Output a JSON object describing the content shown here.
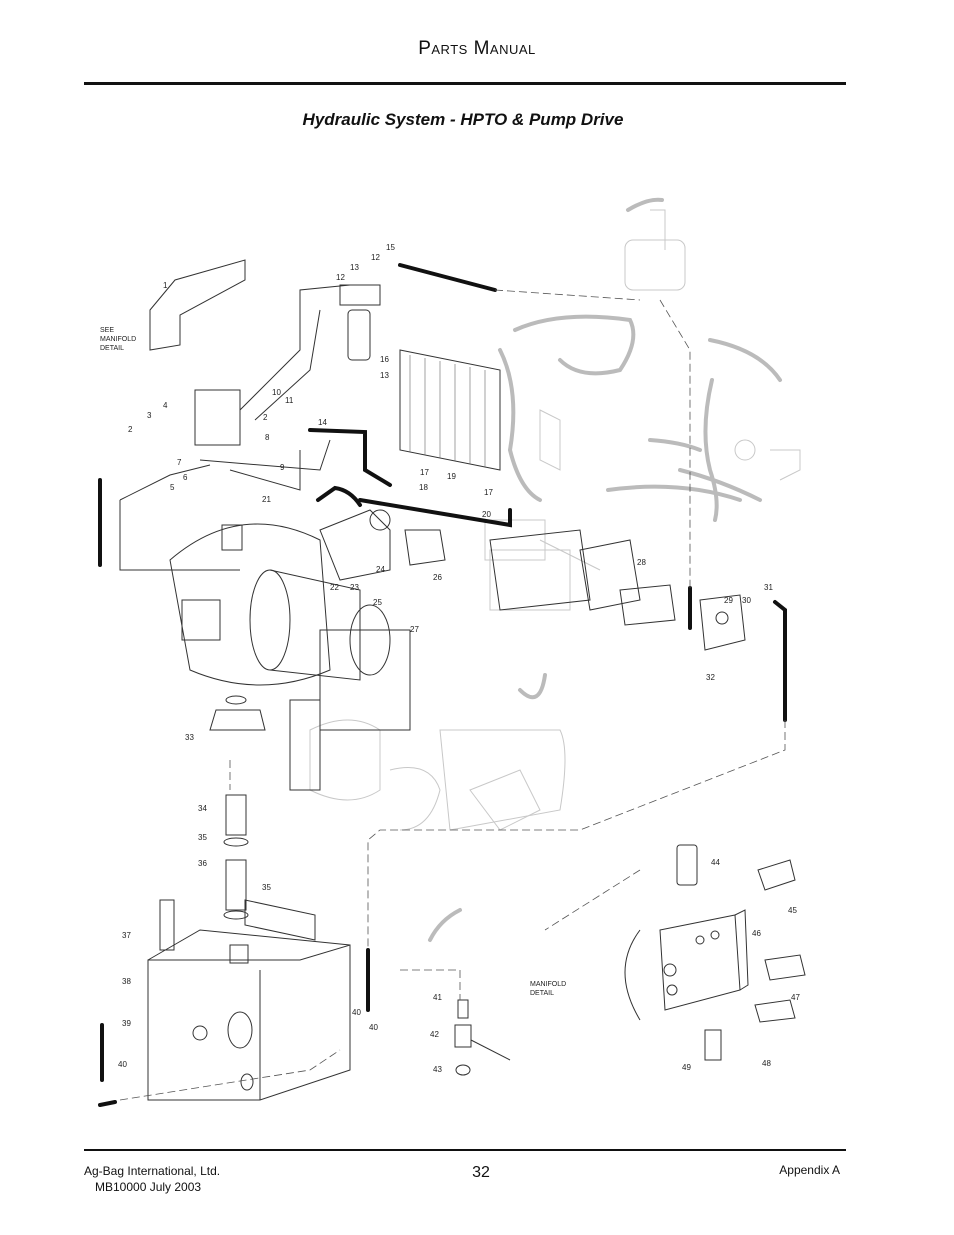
{
  "header": {
    "title": "Parts Manual"
  },
  "subtitle": "Hydraulic System - HPTO & Pump Drive",
  "diagram": {
    "callouts": [
      "1",
      "2",
      "2",
      "3",
      "4",
      "5",
      "6",
      "7",
      "8",
      "9",
      "10",
      "11",
      "12",
      "12",
      "13",
      "13",
      "14",
      "15",
      "16",
      "17",
      "17",
      "18",
      "19",
      "20",
      "21",
      "22",
      "23",
      "24",
      "25",
      "26",
      "27",
      "28",
      "29",
      "30",
      "31",
      "32",
      "33",
      "34",
      "35",
      "35",
      "36",
      "37",
      "38",
      "39",
      "40",
      "40",
      "40",
      "41",
      "42",
      "43",
      "44",
      "45",
      "46",
      "47",
      "48",
      "49"
    ],
    "notes": {
      "see_manifold": [
        "SEE",
        "MANIFOLD",
        "DETAIL"
      ],
      "manifold_detail": [
        "MANIFOLD",
        "DETAIL"
      ]
    }
  },
  "footer": {
    "company": "Ag-Bag International, Ltd.",
    "doc": "MB10000 July 2003",
    "page_number": "32",
    "section": "Appendix A"
  }
}
